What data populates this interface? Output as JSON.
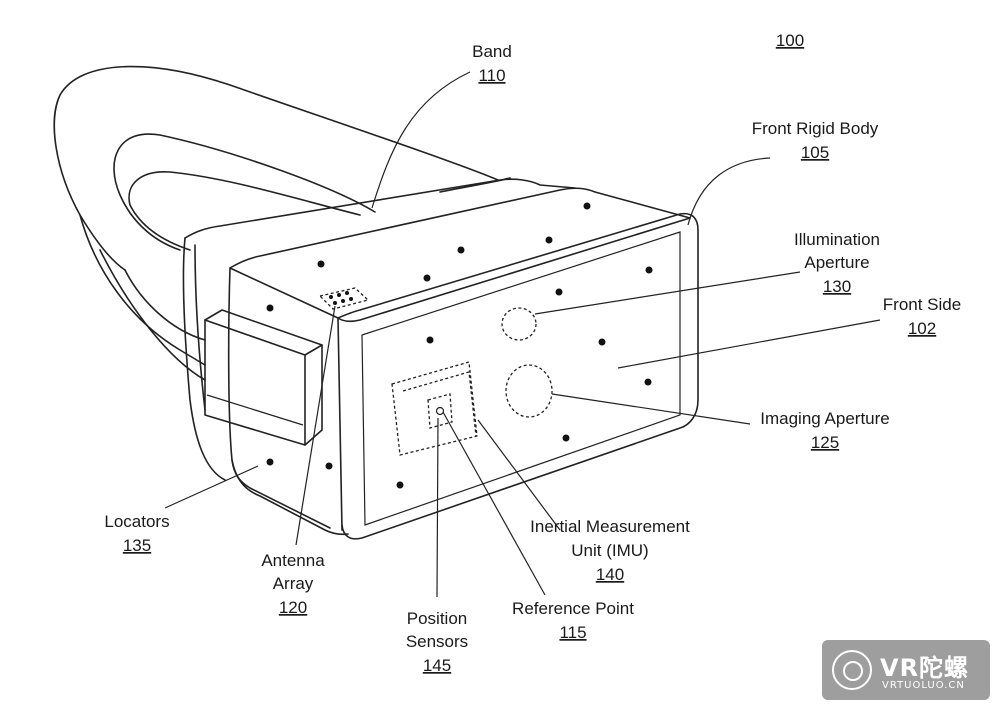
{
  "figure_number": "100",
  "labels": {
    "band": {
      "text": "Band",
      "num": "110"
    },
    "front_rigid_body": {
      "text": "Front Rigid Body",
      "num": "105"
    },
    "illumination_aperture": {
      "line1": "Illumination",
      "line2": "Aperture",
      "num": "130"
    },
    "front_side": {
      "text": "Front Side",
      "num": "102"
    },
    "imaging_aperture": {
      "text": "Imaging Aperture",
      "num": "125"
    },
    "imu": {
      "line1": "Inertial Measurement",
      "line2": "Unit (IMU)",
      "num": "140"
    },
    "reference_point": {
      "text": "Reference Point",
      "num": "115"
    },
    "position_sensors": {
      "line1": "Position",
      "line2": "Sensors",
      "num": "145"
    },
    "antenna_array": {
      "line1": "Antenna",
      "line2": "Array",
      "num": "120"
    },
    "locators": {
      "text": "Locators",
      "num": "135"
    }
  },
  "watermark": {
    "text": "VR陀螺",
    "sub": "VRTUOLUO.CN"
  },
  "colors": {
    "ink": "#222222",
    "background": "#ffffff",
    "watermark_bg": "#787878"
  }
}
